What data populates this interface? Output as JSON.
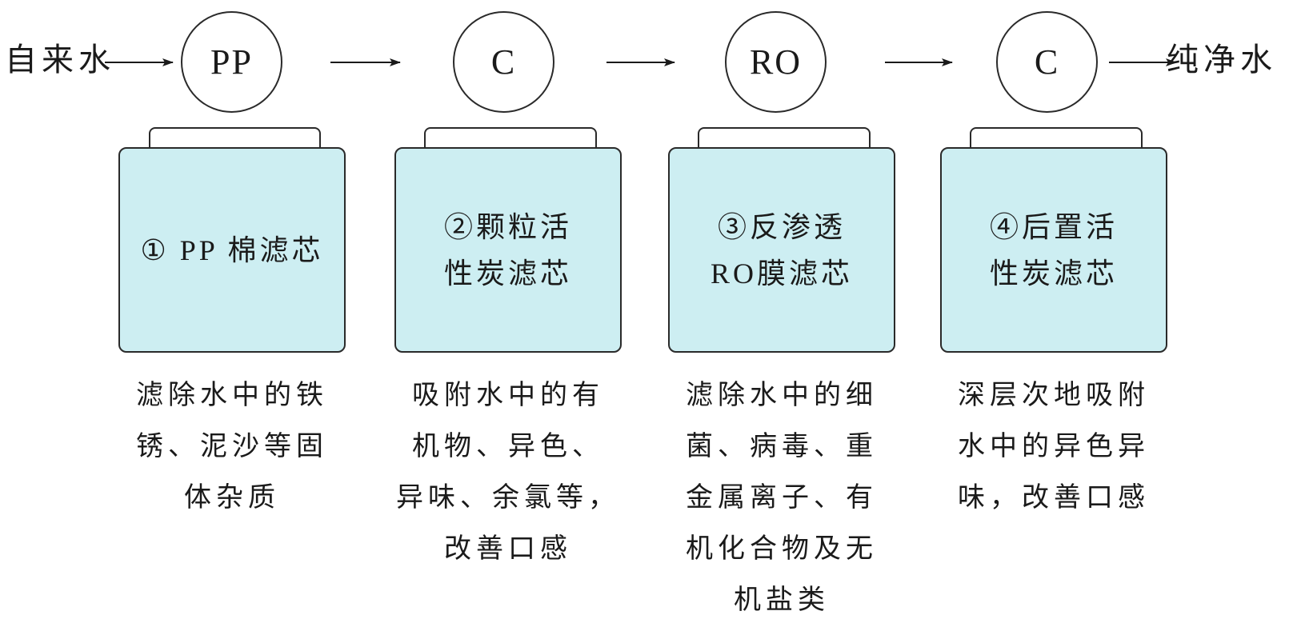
{
  "flow": {
    "input_label": "自来水",
    "output_label": "纯净水"
  },
  "stages": [
    {
      "symbol": "PP",
      "name_lines": [
        "① PP 棉滤芯"
      ],
      "description_lines": [
        "滤除水中的铁",
        "锈、泥沙等固",
        "体杂质"
      ]
    },
    {
      "symbol": "C",
      "name_lines": [
        "②颗粒活",
        "性炭滤芯"
      ],
      "description_lines": [
        "吸附水中的有",
        "机物、异色、",
        "异味、余氯等，",
        "改善口感"
      ]
    },
    {
      "symbol": "RO",
      "name_lines": [
        "③反渗透",
        "RO膜滤芯"
      ],
      "description_lines": [
        "滤除水中的细",
        "菌、病毒、重",
        "金属离子、有",
        "机化合物及无",
        "机盐类"
      ]
    },
    {
      "symbol": "C",
      "name_lines": [
        "④后置活",
        "性炭滤芯"
      ],
      "description_lines": [
        "深层次地吸附",
        "水中的异色异",
        "味，改善口感"
      ]
    }
  ],
  "colors": {
    "filter_fill": "#cdeef2",
    "stroke": "#2a2a2a"
  }
}
